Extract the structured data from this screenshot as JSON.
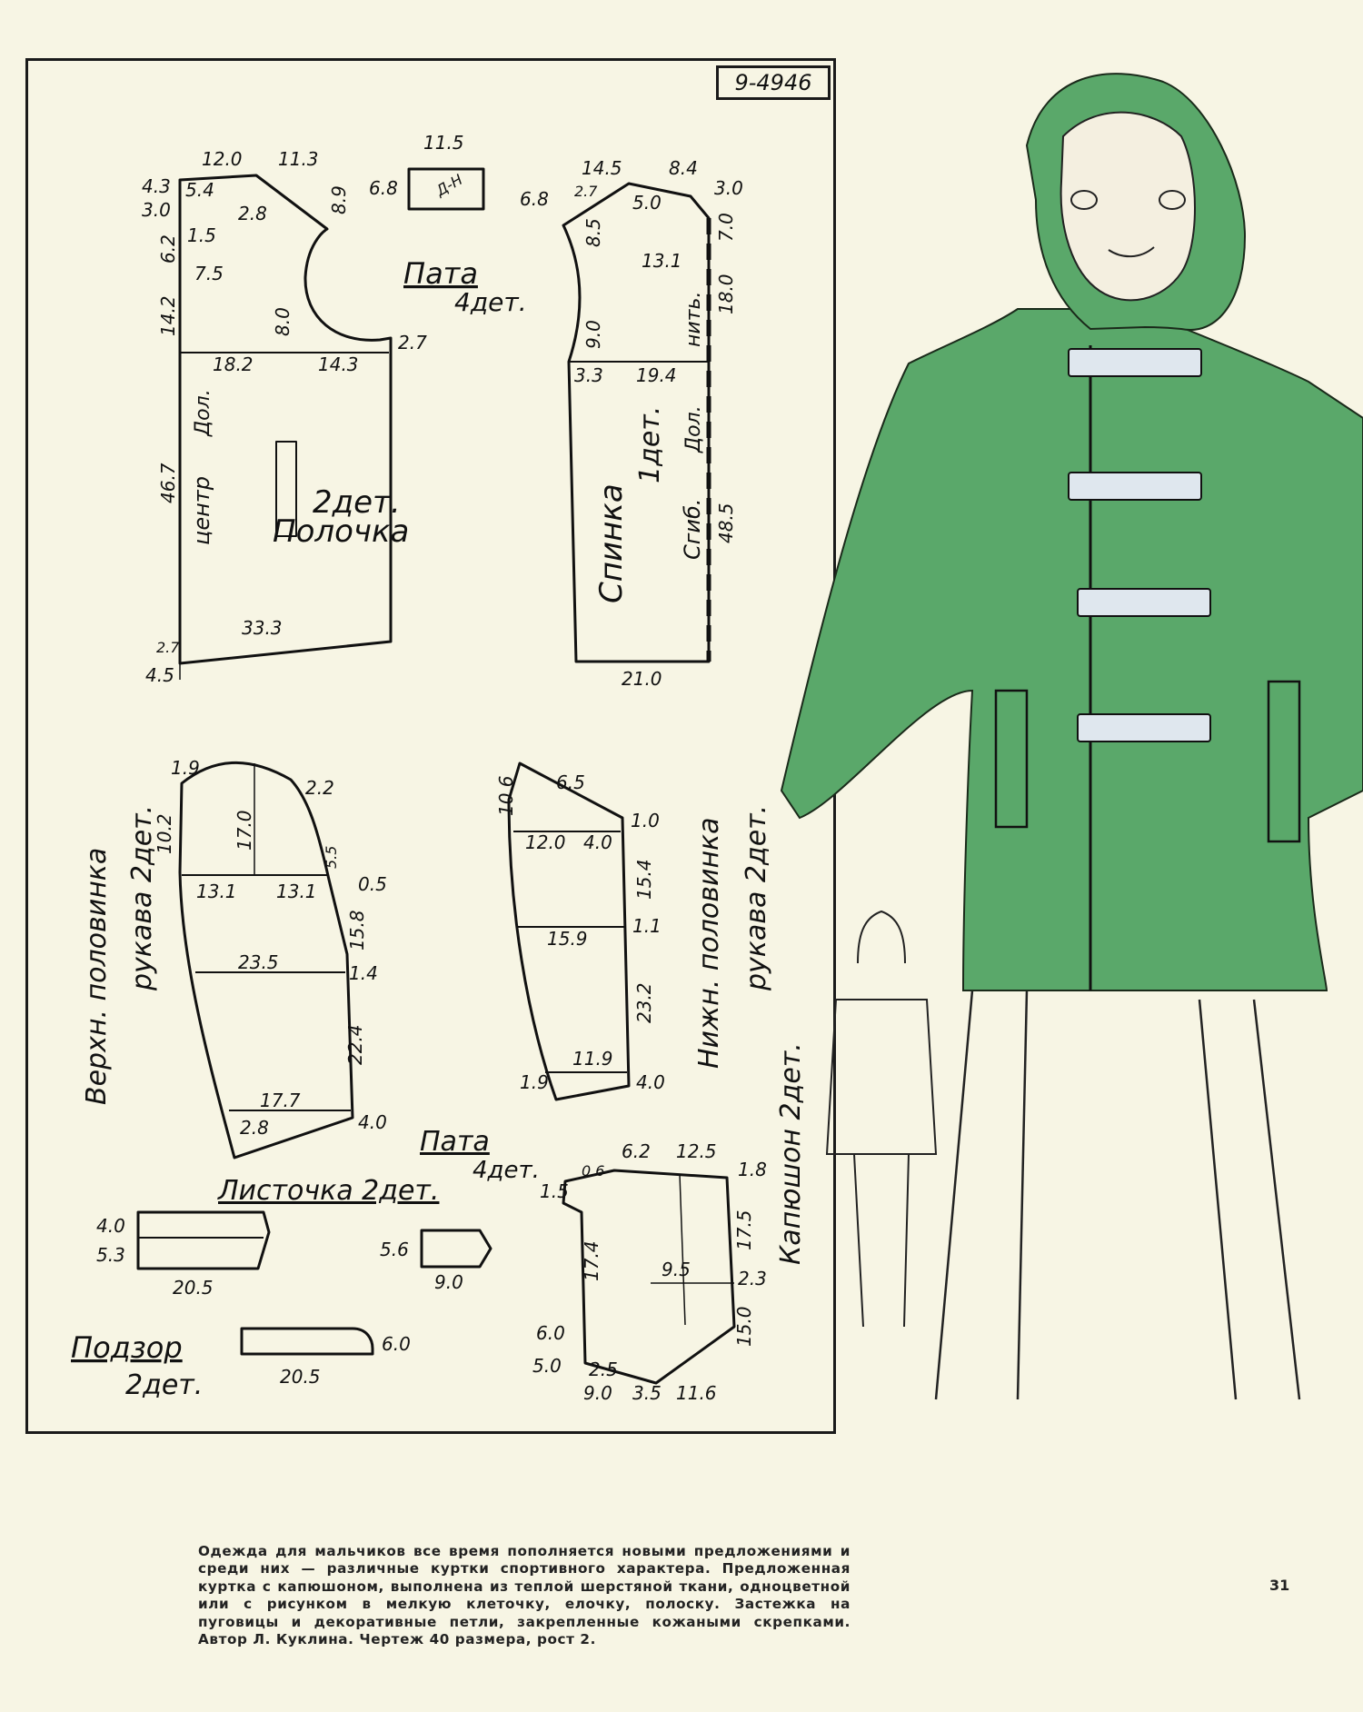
{
  "pattern_code": "9-4946",
  "pieces": {
    "front": {
      "name": "Полочка",
      "count": "2дет.",
      "center_label": "центр",
      "grain_label": "Дол.",
      "dims": [
        "12.0",
        "11.3",
        "4.3",
        "5.4",
        "3.0",
        "2.8",
        "8.9",
        "6.2",
        "1.5",
        "7.5",
        "14.2",
        "8.0",
        "2.7",
        "18.2",
        "14.3",
        "46.7",
        "2.7",
        "33.3",
        "4.5"
      ]
    },
    "back": {
      "name": "Спинка",
      "count": "1дет.",
      "fold_label": "Сгиб.",
      "grain_label": "Дол.",
      "thread_label": "нить.",
      "dims": [
        "14.5",
        "8.4",
        "6.8",
        "2.7",
        "5.0",
        "3.0",
        "8.5",
        "7.0",
        "13.1",
        "18.0",
        "9.0",
        "3.3",
        "19.4",
        "48.5",
        "21.0"
      ]
    },
    "pata_top": {
      "name": "Пата",
      "count": "4дет.",
      "dims": [
        "11.5",
        "6.8"
      ],
      "inner_label": "Д-Н"
    },
    "upper_sleeve": {
      "label_line1": "Верхн. половинка",
      "label_line2": "рукава 2дет.",
      "dims": [
        "1.9",
        "2.2",
        "10.2",
        "17.0",
        "5.5",
        "13.1",
        "13.1",
        "0.5",
        "15.8",
        "23.5",
        "1.4",
        "22.4",
        "17.7",
        "2.8",
        "4.0"
      ]
    },
    "lower_sleeve": {
      "label_line1": "Нижн. половинка",
      "label_line2": "рукава 2дет.",
      "dims": [
        "10.6",
        "6.5",
        "1.0",
        "12.0",
        "4.0",
        "15.4",
        "15.9",
        "1.1",
        "23.2",
        "11.9",
        "1.9",
        "4.0"
      ]
    },
    "pata_bottom": {
      "name": "Пата",
      "count": "4дет.",
      "dims": [
        "5.6",
        "9.0"
      ]
    },
    "listochka": {
      "name": "Листочка 2дет.",
      "dims": [
        "4.0",
        "5.3",
        "20.5"
      ]
    },
    "podzor": {
      "name": "Подзор",
      "count": "2дет.",
      "dims": [
        "6.0",
        "20.5"
      ]
    },
    "hood": {
      "name": "Капюшон 2дет.",
      "dims": [
        "0.6",
        "6.2",
        "12.5",
        "1.8",
        "1.5",
        "17.4",
        "17.5",
        "9.5",
        "2.3",
        "6.0",
        "5.0",
        "2.5",
        "15.0",
        "9.0",
        "3.5",
        "11.6"
      ]
    }
  },
  "caption": "Одежда для мальчиков все время пополняется новыми предложениями и среди них — различные куртки спортивного характера. Предложенная куртка с капюшоном, выполнена из теплой шерстяной ткани, одноцветной или с рисунком в мелкую клеточку, елочку, полоску. Застежка на пуговицы и декоративные петли, закрепленные кожаными скрепками. Автор Л. Куклина. Чертеж 40 размера, рост 2.",
  "page_number": "31",
  "colors": {
    "jacket": "#5aa86a",
    "paper": "#f7f5e4",
    "ink": "#111111"
  }
}
